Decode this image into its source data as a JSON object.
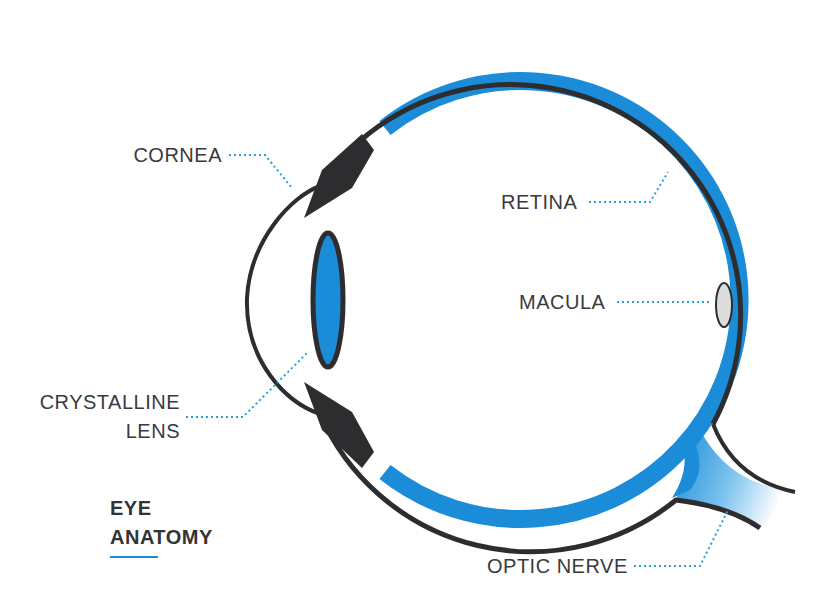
{
  "diagram": {
    "title": "EYE ANATOMY",
    "labels": [
      "CORNEA",
      "RETINA",
      "MACULA",
      "CRYSTALLINE LENS",
      "OPTIC NERVE"
    ]
  }
}
